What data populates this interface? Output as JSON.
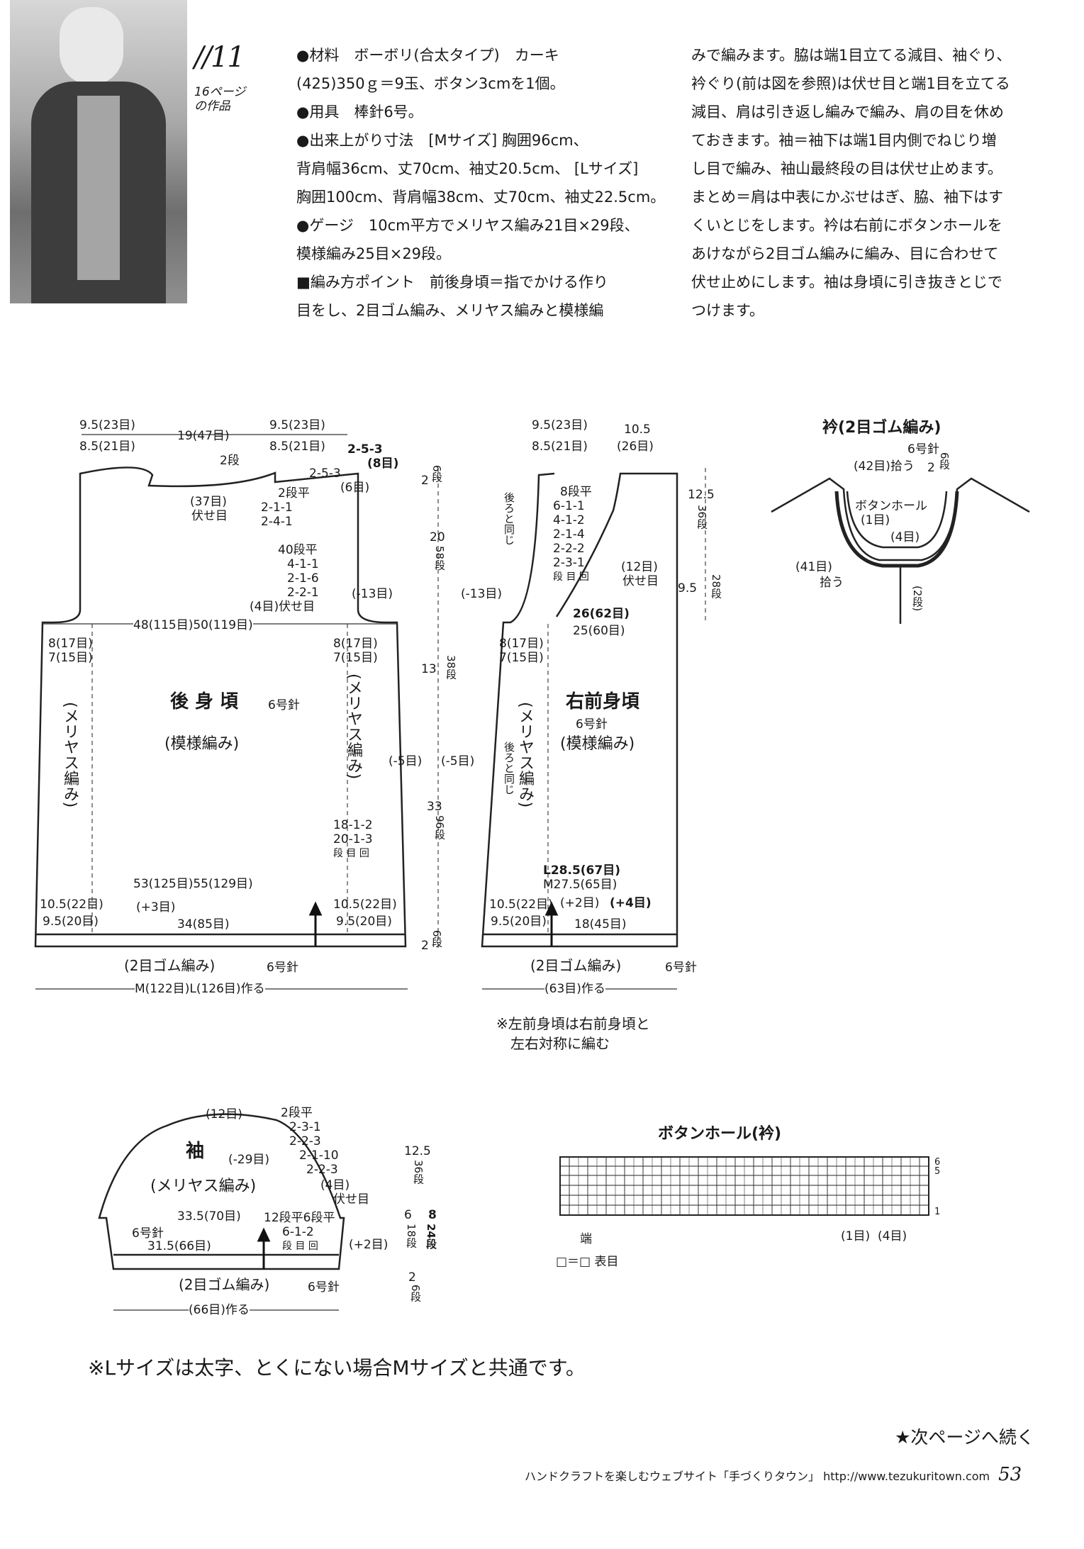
{
  "header": {
    "work_number": "11",
    "page_ref_line1": "16ページ",
    "page_ref_line2": "の作品"
  },
  "instructions": {
    "col1": [
      "●材料　ボーボリ(合太タイプ)　カーキ",
      "(425)350ｇ＝9玉、ボタン3cmを1個。",
      "●用具　棒針6号。",
      "●出来上がり寸法　[Mサイズ] 胸囲96cm、",
      "背肩幅36cm、丈70cm、袖丈20.5cm、 [Lサイズ]",
      "胸囲100cm、背肩幅38cm、丈70cm、袖丈22.5cm。",
      "●ゲージ　10cm平方でメリヤス編み21目×29段、",
      "模様編み25目×29段。",
      "■編み方ポイント　前後身頃＝指でかける作り",
      "目をし、2目ゴム編み、メリヤス編みと模様編"
    ],
    "col2": [
      "みで編みます。脇は端1目立てる減目、袖ぐり、",
      "衿ぐり(前は図を参照)は伏せ目と端1目を立てる",
      "減目、肩は引き返し編みで編み、肩の目を休め",
      "ておきます。袖＝袖下は端1目内側でねじり増",
      "し目で編み、袖山最終段の目は伏せ止めます。",
      "まとめ＝肩は中表にかぶせはぎ、脇、袖下はす",
      "くいとじをします。衿は右前にボタンホールを",
      "あけながら2目ゴム編みに編み、目に合わせて",
      "伏せ止めにします。袖は身頃に引き抜きとじで",
      "つけます。"
    ]
  },
  "back": {
    "top_left": "9.5(23目)",
    "top_left2": "8.5(21目)",
    "top_center": "19(47目)",
    "top_right": "9.5(23目)",
    "top_right2": "8.5(21目)",
    "shoulder1": "2-5-3",
    "shoulder1b": "(8目)",
    "shoulder2": "2-5-3",
    "shoulder2b": "(6目)",
    "neck_dan": "2段",
    "neck_bind": "(37目)",
    "neck_bind2": "伏せ目",
    "neck_dec": [
      "2段平",
      "2-1-1",
      "2-4-1"
    ],
    "arm_dec": [
      "40段平",
      "4-1-1",
      "2-1-6",
      "2-2-1",
      "(4目)伏せ目"
    ],
    "minus13": "(-13目)",
    "width": "48(115目)50(119目)",
    "side_l1": "8(17目)",
    "side_l2": "7(15目)",
    "side_r1": "8(17目)",
    "side_r2": "7(15目)",
    "title": "後 身 頃",
    "needle": "6号針",
    "pattern": "(模様編み)",
    "stockinette": "(メリヤス編み)",
    "inc_rule": [
      "18-1-2",
      "20-1-3",
      "段 目 回"
    ],
    "hem_width": "53(125目)55(129目)",
    "hem_l1": "10.5(22目)",
    "hem_l2": "9.5(20目)",
    "hem_r1": "10.5(22目)",
    "hem_r2": "9.5(20目)",
    "plus3": "(+3目)",
    "center": "34(85目)",
    "rib": "(2目ゴム編み)",
    "rib_needle": "6号針",
    "cast_on": "M(122目)L(126目)作る"
  },
  "vertical": {
    "top_2": "2",
    "top_6": "6段",
    "v20": "20",
    "v58": "58段",
    "v13": "13",
    "v38": "38段",
    "minus5a": "(-5目)",
    "minus5b": "(-5目)",
    "v33": "33",
    "v96": "96段",
    "bot_2": "2",
    "bot_6": "6段"
  },
  "front": {
    "top_left": "9.5(23目)",
    "top_left2": "8.5(21目)",
    "top_right": "10.5",
    "top_right2": "(26目)",
    "back_same": "後ろと同じ",
    "neck_dec": [
      "8段平",
      "6-1-1",
      "4-1-2",
      "2-1-4",
      "2-2-2",
      "2-3-1",
      "段 目 回"
    ],
    "neck_bind": "(12目)",
    "neck_bind2": "伏せ目",
    "minus13": "(-13目)",
    "width1": "26(62目)",
    "width2": "25(60目)",
    "side1": "8(17目)",
    "side2": "7(15目)",
    "title": "右前身頃",
    "needle": "6号針",
    "pattern": "(模様編み)",
    "stockinette": "(メリヤス編み)",
    "hem_L": "L28.5(67目)",
    "hem_M": "M27.5(65目)",
    "hem_l1": "10.5(22目)",
    "hem_l2": "9.5(20目)",
    "plus_a": "(+2目)",
    "plus_b": "(+4目)",
    "center": "18(45目)",
    "rib": "(2目ゴム編み)",
    "rib_needle": "6号針",
    "cast_on": "(63目)作る",
    "v12_5": "12.5",
    "v36": "36段",
    "v9_5": "9.5",
    "v28": "28段"
  },
  "left_note": [
    "※左前身頃は右前身頃と",
    "左右対称に編む"
  ],
  "collar": {
    "title": "衿(2目ゴム編み)",
    "needle": "6号針",
    "pick42": "(42目)拾う",
    "top_2": "2",
    "top_6": "6段",
    "buttonhole": "ボタンホール",
    "one": "(1目)",
    "four": "(4目)",
    "pick41": "(41目)",
    "pick41b": "拾う",
    "bottom_2": "(2段)"
  },
  "sleeve": {
    "top": "(12目)",
    "dec": [
      "2段平",
      "2-3-1",
      "2-2-3",
      "2-1-10",
      "2-2-3",
      "(4目)",
      "伏せ目"
    ],
    "title": "袖",
    "minus29": "(-29目)",
    "stockinette": "(メリヤス編み)",
    "width": "33.5(70目)",
    "needle": "6号針",
    "inc": [
      "12段平6段平",
      "6-1-2",
      "段 目 回"
    ],
    "width2": "31.5(66目)",
    "plus2": "(+2目)",
    "rib": "(2目ゴム編み)",
    "rib_needle": "6号針",
    "cast_on": "(66目)作る",
    "v12_5": "12.5",
    "v36": "36段",
    "v6": "6",
    "v8": "8",
    "v18": "18段",
    "v24": "24段",
    "v2": "2",
    "v6dan": "6段"
  },
  "buttonhole_chart": {
    "title": "ボタンホール(衿)",
    "row_6": "6",
    "row_5": "5",
    "row_1": "1",
    "edge": "端",
    "one": "(1目)",
    "four": "(4目)",
    "legend": "□＝□ 表目"
  },
  "bottom_note": "※Lサイズは太字、とくにない場合Mサイズと共通です。",
  "continue": "★次ページへ続く",
  "footer": {
    "site": "ハンドクラフトを楽しむウェブサイト「手づくりタウン」 http://www.tezukuritown.com",
    "page": "53"
  }
}
